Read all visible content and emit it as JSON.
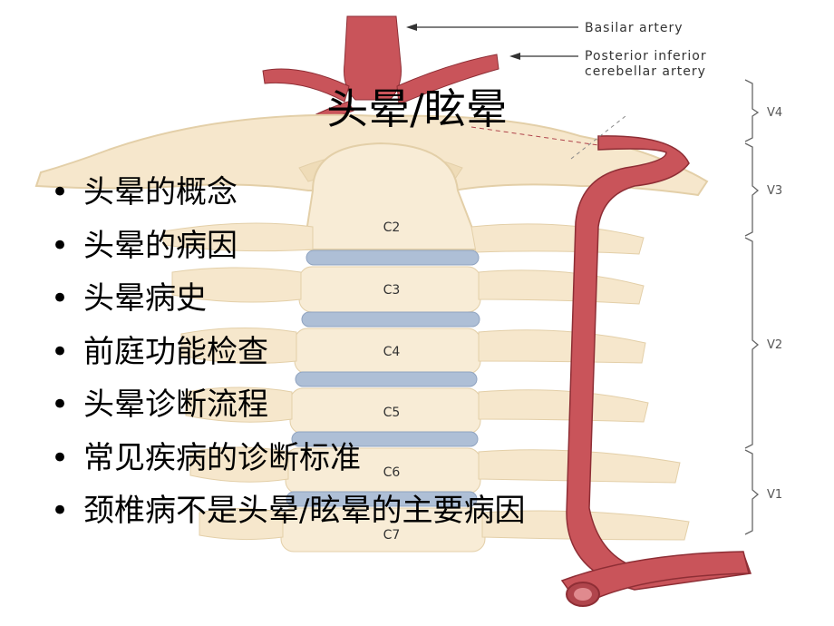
{
  "slide": {
    "title": "头晕/眩晕",
    "bullets": [
      "头晕的概念",
      "头晕的病因",
      "头晕病史",
      "前庭功能检查",
      "头晕诊断流程",
      "常见疾病的诊断标准",
      "颈椎病不是头晕/眩晕的主要病因"
    ],
    "bullet_symbol": "•"
  },
  "figure": {
    "labels": {
      "basilar": "Basilar artery",
      "pica_line1": "Posterior inferior",
      "pica_line2": "cerebellar artery"
    },
    "vertebrae": [
      "C2",
      "C3",
      "C4",
      "C5",
      "C6",
      "C7"
    ],
    "segments": [
      "V4",
      "V3",
      "V2",
      "V1"
    ],
    "colors": {
      "bone": "#f6e7cc",
      "bone_edge": "#e3cfa8",
      "disc": "#aebfd6",
      "artery": "#c9545a",
      "artery_dark": "#8e2e35"
    }
  }
}
